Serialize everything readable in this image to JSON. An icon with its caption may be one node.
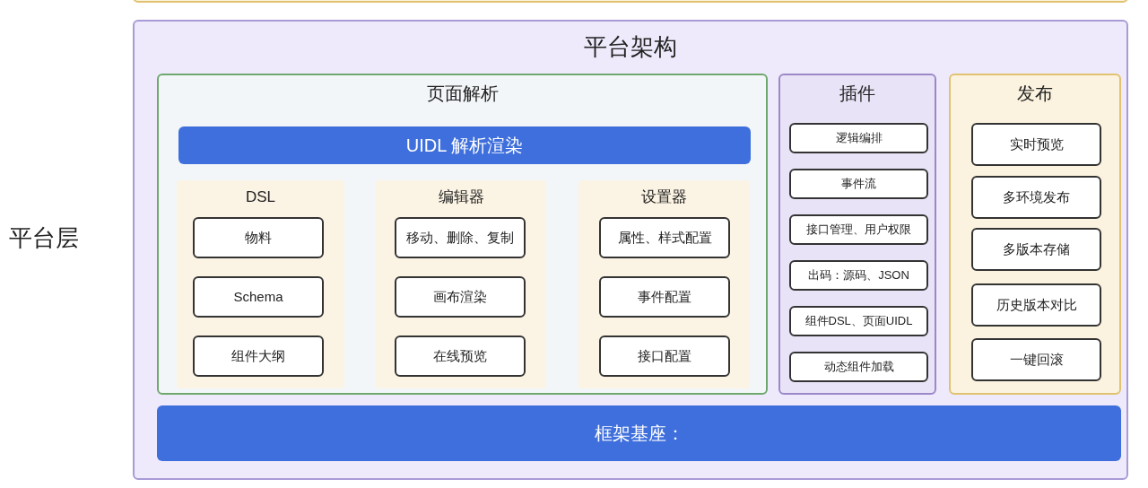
{
  "diagram": {
    "nodes": [
      {
        "text": [
          "平台架构"
        ]
      },
      {
        "text": [
          "页面解析"
        ],
        "in": 0
      },
      {
        "text": [
          "UIDL 解析渲染"
        ],
        "in": 1
      },
      {
        "text": [
          "DSL"
        ],
        "in": 1
      },
      {
        "text": [
          "物料"
        ],
        "in": 3
      },
      {
        "text": [
          "Schema"
        ],
        "in": 3
      },
      {
        "text": [
          "组件大纲"
        ],
        "in": 3
      },
      {
        "text": [
          "编辑器"
        ],
        "in": 1
      },
      {
        "text": [
          "移动、删除、复制"
        ],
        "in": 7
      },
      {
        "text": [
          "画布渲染"
        ],
        "in": 7
      },
      {
        "text": [
          "在线预览"
        ],
        "in": 7
      },
      {
        "text": [
          "设置器"
        ],
        "in": 1
      },
      {
        "text": [
          "属性、样式配置"
        ],
        "in": 11
      },
      {
        "text": [
          "事件配置"
        ],
        "in": 11
      },
      {
        "text": [
          "接口配置"
        ],
        "in": 11
      },
      {
        "text": [
          "插件"
        ],
        "in": 0
      },
      {
        "text": [
          "逻辑编排"
        ],
        "in": 15
      },
      {
        "text": [
          "事件流"
        ],
        "in": 15
      },
      {
        "text": [
          "接口管理、用户权限"
        ],
        "in": 15
      },
      {
        "text": [
          "出码：源码、JSON"
        ],
        "in": 15
      },
      {
        "text": [
          "组件DSL、页面UIDL"
        ],
        "in": 15
      },
      {
        "text": [
          "动态组件加载"
        ],
        "in": 15
      },
      {
        "text": [
          "发布"
        ],
        "in": 0
      },
      {
        "text": [
          "实时预览"
        ],
        "in": 22
      },
      {
        "text": [
          "多环境发布"
        ],
        "in": 22
      },
      {
        "text": [
          "多版本存储"
        ],
        "in": 22
      },
      {
        "text": [
          "历史版本对比"
        ],
        "in": 22
      },
      {
        "text": [
          "一键回滚"
        ],
        "in": 22
      },
      {
        "text": [
          "框架基座："
        ],
        "in": 0
      }
    ],
    "labels": [
      "平台层"
    ]
  }
}
